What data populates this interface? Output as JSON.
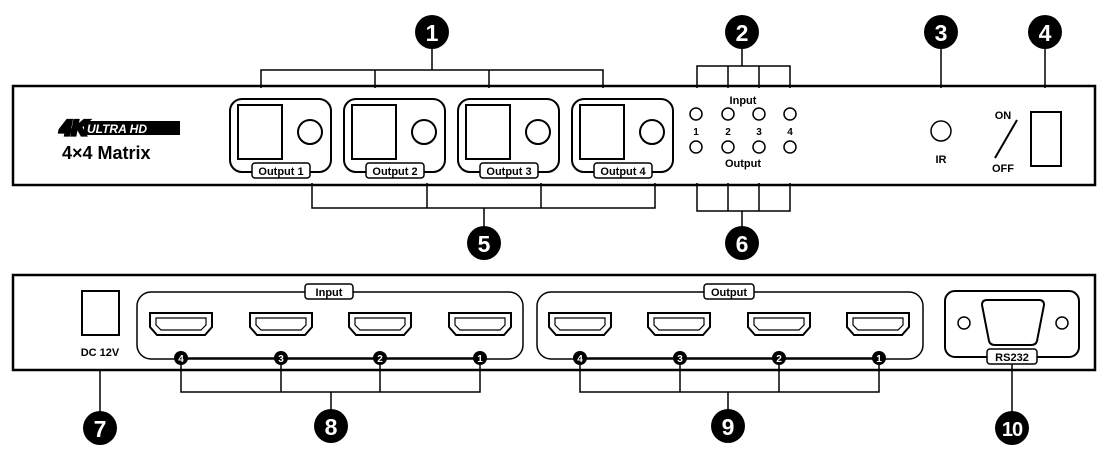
{
  "front_panel": {
    "logo_4k": "4K",
    "logo_ultra_hd": "ULTRA HD",
    "logo_model": "4×4 Matrix",
    "output_labels": [
      "Output 1",
      "Output 2",
      "Output 3",
      "Output 4"
    ],
    "led_input_label": "Input",
    "led_output_label": "Output",
    "led_numbers": [
      "1",
      "2",
      "3",
      "4"
    ],
    "ir_label": "IR",
    "power_on_label": "ON",
    "power_off_label": "OFF"
  },
  "rear_panel": {
    "dc_label": "DC 12V",
    "input_group_label": "Input",
    "output_group_label": "Output",
    "port_numbers": [
      "4",
      "3",
      "2",
      "1"
    ],
    "rs232_label": "RS232"
  },
  "callouts": [
    "1",
    "2",
    "3",
    "4",
    "5",
    "6",
    "7",
    "8",
    "9",
    "10"
  ]
}
